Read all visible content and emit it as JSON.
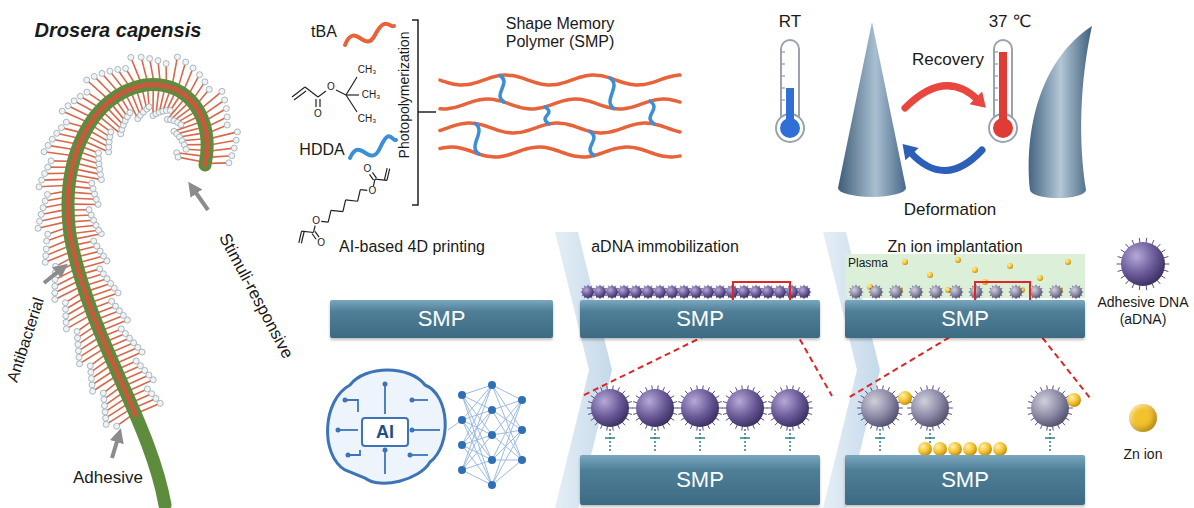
{
  "diagram": {
    "nodes": [
      {
        "text": [
          "SMP"
        ]
      },
      {
        "text": [
          "SMP"
        ]
      },
      {
        "text": [
          "SMP"
        ]
      },
      {
        "text": [
          "SMP"
        ]
      },
      {
        "text": [
          "SMP"
        ]
      }
    ],
    "labels": [
      "Drosera capensis",
      "Stimuli-responsive",
      "Antibacterial",
      "Adhesive",
      "tBA",
      "O",
      "O",
      "CH₃",
      "CH₃",
      "CH₃",
      "HDDA",
      "O",
      "O",
      "O",
      "O",
      "Photopolymerization",
      "Shape Memory Polymer (SMP)",
      "RT",
      "37 ℃",
      "Recovery",
      "Deformation",
      "AI-based 4D printing",
      "AI",
      "aDNA immobilization",
      "Zn ion implantation",
      "Plasma"
    ],
    "legend": [
      {
        "text": "Adhesive DNA (aDNA)"
      },
      {
        "text": "Zn ion",
        "color": "#f2c12e"
      }
    ]
  }
}
